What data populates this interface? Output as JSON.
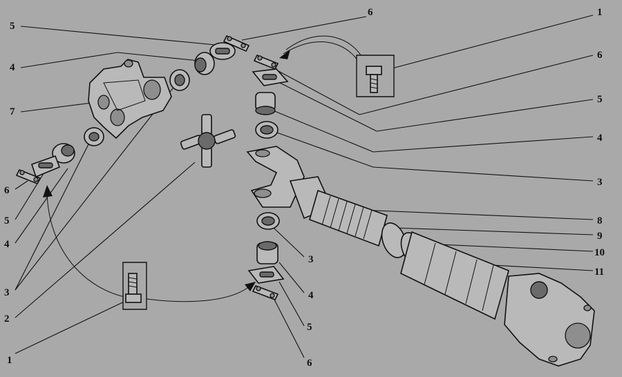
{
  "labels": [
    {
      "id": "l6_top",
      "text": "6"
    },
    {
      "id": "l1_tr",
      "text": "1"
    },
    {
      "id": "l5_tl",
      "text": "5"
    },
    {
      "id": "l4_tl",
      "text": "4"
    },
    {
      "id": "l7",
      "text": "7"
    },
    {
      "id": "l6_r",
      "text": "6"
    },
    {
      "id": "l5_r",
      "text": "5"
    },
    {
      "id": "l4_r",
      "text": "4"
    },
    {
      "id": "l3_r",
      "text": "3"
    },
    {
      "id": "l8",
      "text": "8"
    },
    {
      "id": "l9",
      "text": "9"
    },
    {
      "id": "l10",
      "text": "10"
    },
    {
      "id": "l11",
      "text": "11"
    },
    {
      "id": "l6_l",
      "text": "6"
    },
    {
      "id": "l5_l",
      "text": "5"
    },
    {
      "id": "l4_l",
      "text": "4"
    },
    {
      "id": "l3_l",
      "text": "3"
    },
    {
      "id": "l2",
      "text": "2"
    },
    {
      "id": "l1_bl",
      "text": "1"
    },
    {
      "id": "l3_c",
      "text": "3"
    },
    {
      "id": "l4_c",
      "text": "4"
    },
    {
      "id": "l5_c",
      "text": "5"
    },
    {
      "id": "l6_b",
      "text": "6"
    }
  ]
}
